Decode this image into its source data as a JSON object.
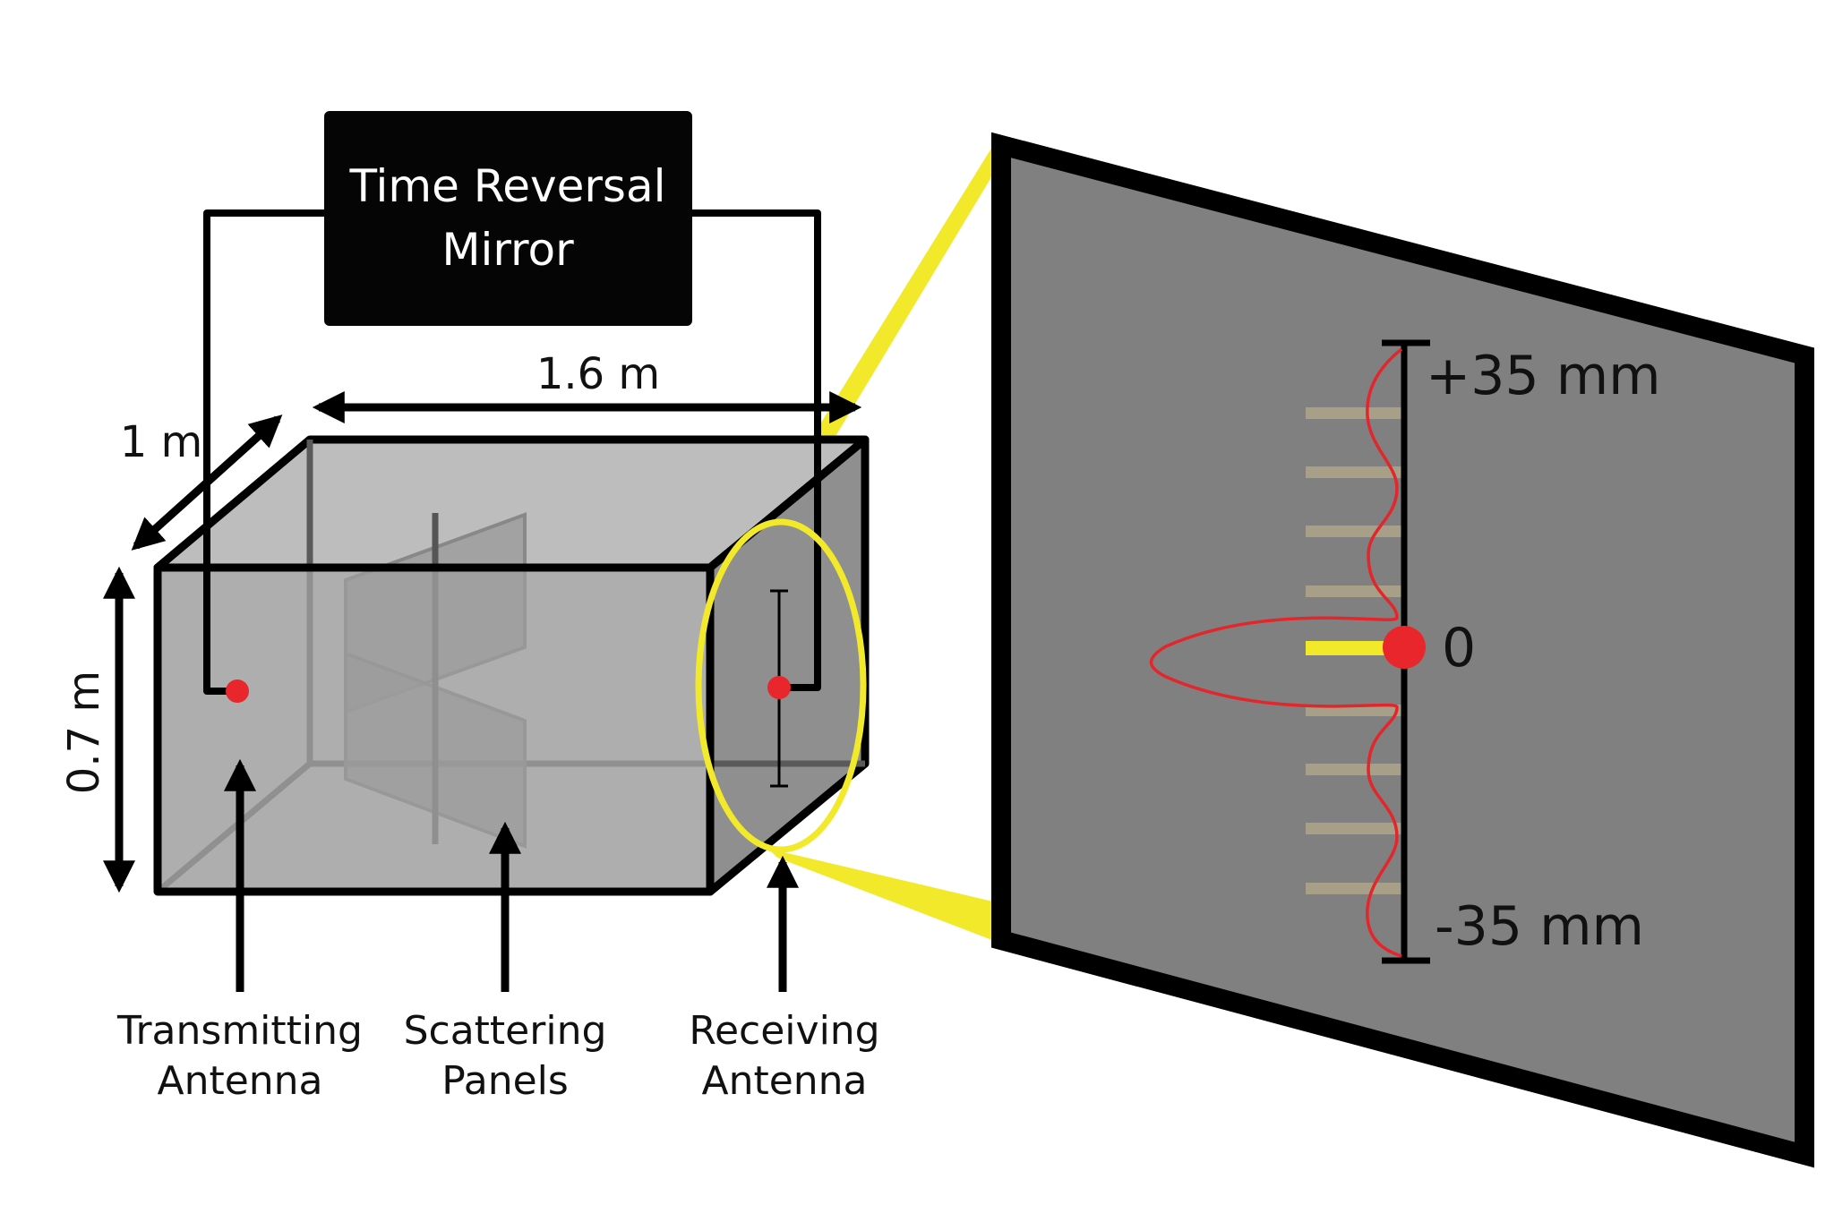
{
  "mirror": {
    "line1": "Time Reversal",
    "line2": "Mirror"
  },
  "dimensions": {
    "length": "1.6 m",
    "depth": "1 m",
    "height": "0.7 m"
  },
  "callouts": {
    "transmitting": {
      "line1": "Transmitting",
      "line2": "Antenna"
    },
    "scattering": {
      "line1": "Scattering",
      "line2": "Panels"
    },
    "receiving": {
      "line1": "Receiving",
      "line2": "Antenna"
    }
  },
  "zoom": {
    "top": "+35 mm",
    "center": "0",
    "bottom": "-35 mm"
  },
  "colors": {
    "box_face": "#a9a9a9",
    "zoom_panel": "#808080",
    "highlight": "#f2e92a",
    "antenna": "#e8262b",
    "focus_curve": "#e3262b",
    "frame": "#000000"
  }
}
